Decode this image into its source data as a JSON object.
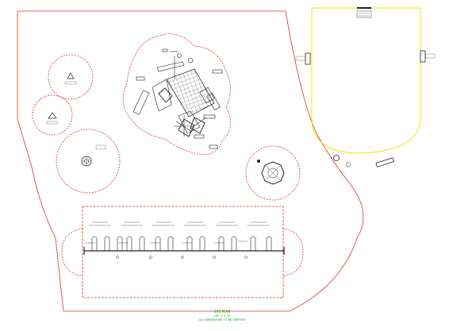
{
  "title_block": {
    "line1": "SITE PLAN",
    "line2": "1/8\" = 1'-0\"",
    "line3": "ALL DIMENSIONS TO BE VERIFIED"
  },
  "colors": {
    "boundary": "#e03030",
    "court": "#e8e800",
    "ink": "#222222",
    "title": "#00a000"
  },
  "icons": [
    "triangle-marker-icon",
    "round-table-icon",
    "gazebo-icon",
    "bench-icon",
    "trash-can-icon"
  ]
}
